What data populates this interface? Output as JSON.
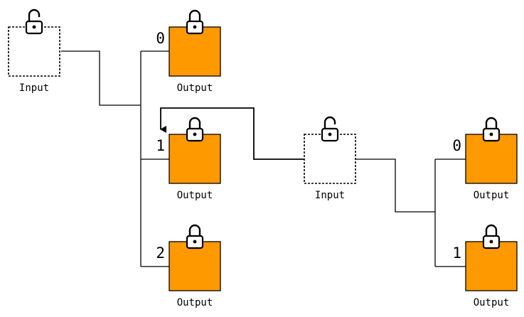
{
  "diagram": {
    "colors": {
      "output_fill": "#ff9900",
      "line": "#000000",
      "input_fill": "#ffffff"
    },
    "nodes": [
      {
        "id": "input_1",
        "kind": "input",
        "label": "Input",
        "lock": "unlocked"
      },
      {
        "id": "out_a0",
        "kind": "output",
        "label": "Output",
        "index": "0",
        "lock": "locked"
      },
      {
        "id": "out_a1",
        "kind": "output",
        "label": "Output",
        "index": "1",
        "lock": "locked"
      },
      {
        "id": "out_a2",
        "kind": "output",
        "label": "Output",
        "index": "2",
        "lock": "locked"
      },
      {
        "id": "input_2",
        "kind": "input",
        "label": "Input",
        "lock": "unlocked"
      },
      {
        "id": "out_b0",
        "kind": "output",
        "label": "Output",
        "index": "0",
        "lock": "locked"
      },
      {
        "id": "out_b1",
        "kind": "output",
        "label": "Output",
        "index": "1",
        "lock": "locked"
      }
    ],
    "edges": [
      {
        "from": "input_1",
        "to": "out_a0"
      },
      {
        "from": "input_1",
        "to": "out_a1"
      },
      {
        "from": "input_1",
        "to": "out_a2"
      },
      {
        "from": "input_2",
        "to": "out_a1",
        "arrow": true
      },
      {
        "from": "input_2",
        "to": "out_b0"
      },
      {
        "from": "input_2",
        "to": "out_b1"
      }
    ]
  }
}
